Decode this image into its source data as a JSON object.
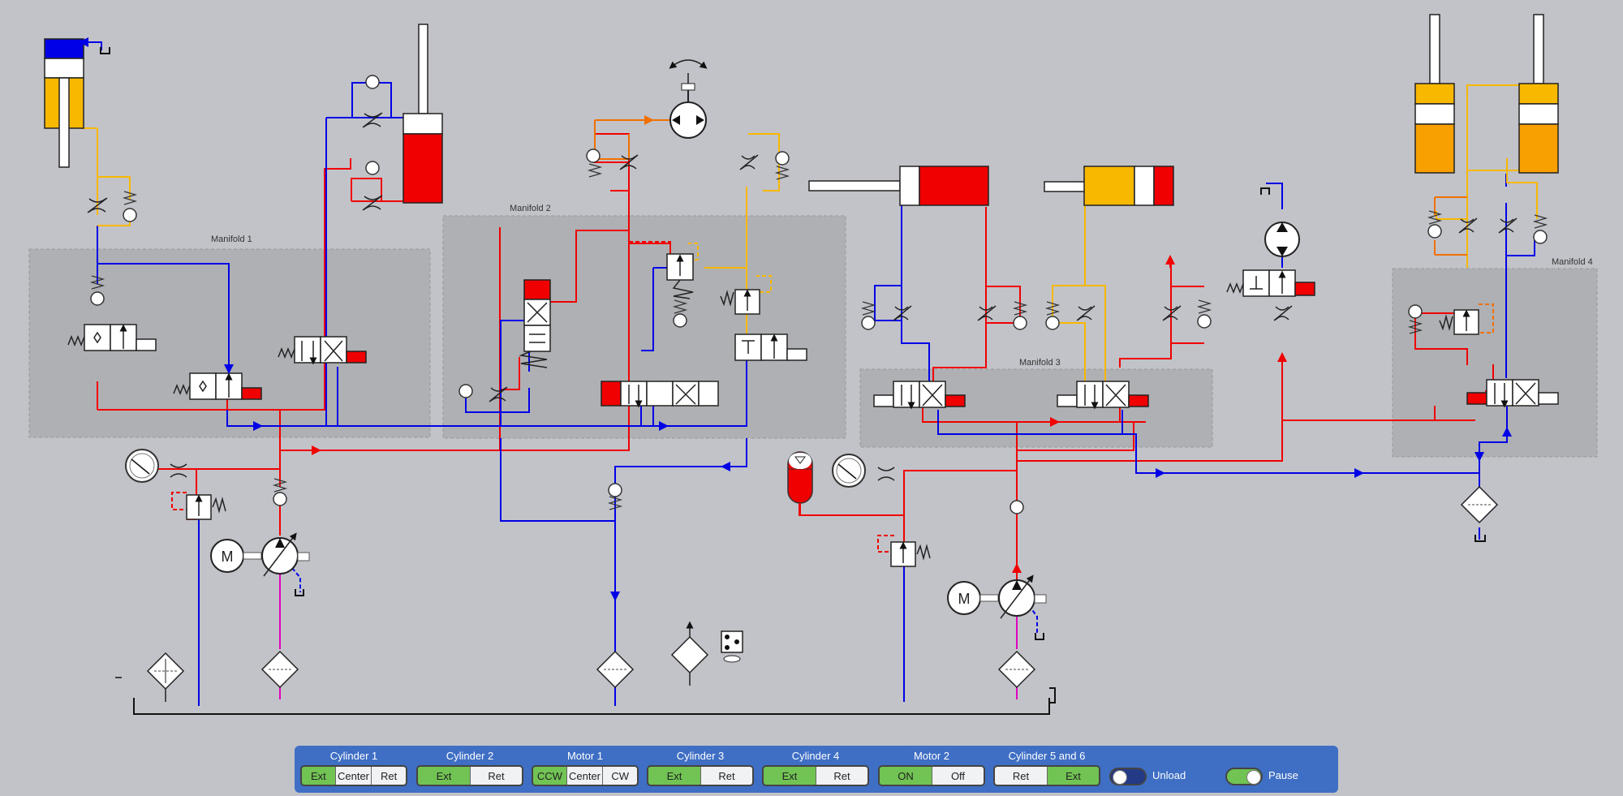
{
  "manifolds": {
    "m1": "Manifold 1",
    "m2": "Manifold 2",
    "m3": "Manifold 3",
    "m4": "Manifold 4"
  },
  "motor_symbol": "M",
  "colors": {
    "pressure": "#f10000",
    "return": "#0000e6",
    "pilot_orange": "#f07000",
    "yellow": "#f8b800",
    "drain_magenta": "#e000c0",
    "panel": "#3e6fc4",
    "active_button": "#71c354"
  },
  "controls": {
    "cylinder1": {
      "title": "Cylinder 1",
      "buttons": [
        "Ext",
        "Center",
        "Ret"
      ],
      "active": "Ext"
    },
    "cylinder2": {
      "title": "Cylinder 2",
      "buttons": [
        "Ext",
        "Ret"
      ],
      "active": "Ext"
    },
    "motor1": {
      "title": "Motor 1",
      "buttons": [
        "CCW",
        "Center",
        "CW"
      ],
      "active": "CCW"
    },
    "cylinder3": {
      "title": "Cylinder 3",
      "buttons": [
        "Ext",
        "Ret"
      ],
      "active": "Ext"
    },
    "cylinder4": {
      "title": "Cylinder 4",
      "buttons": [
        "Ext",
        "Ret"
      ],
      "active": "Ext"
    },
    "motor2": {
      "title": "Motor 2",
      "buttons": [
        "ON",
        "Off"
      ],
      "active": "ON"
    },
    "cylinder56": {
      "title": "Cylinder 5 and 6",
      "buttons": [
        "Ret",
        "Ext"
      ],
      "active": "Ext"
    },
    "unload": {
      "label": "Unload",
      "on": false
    },
    "pause": {
      "label": "Pause",
      "on": true
    }
  }
}
